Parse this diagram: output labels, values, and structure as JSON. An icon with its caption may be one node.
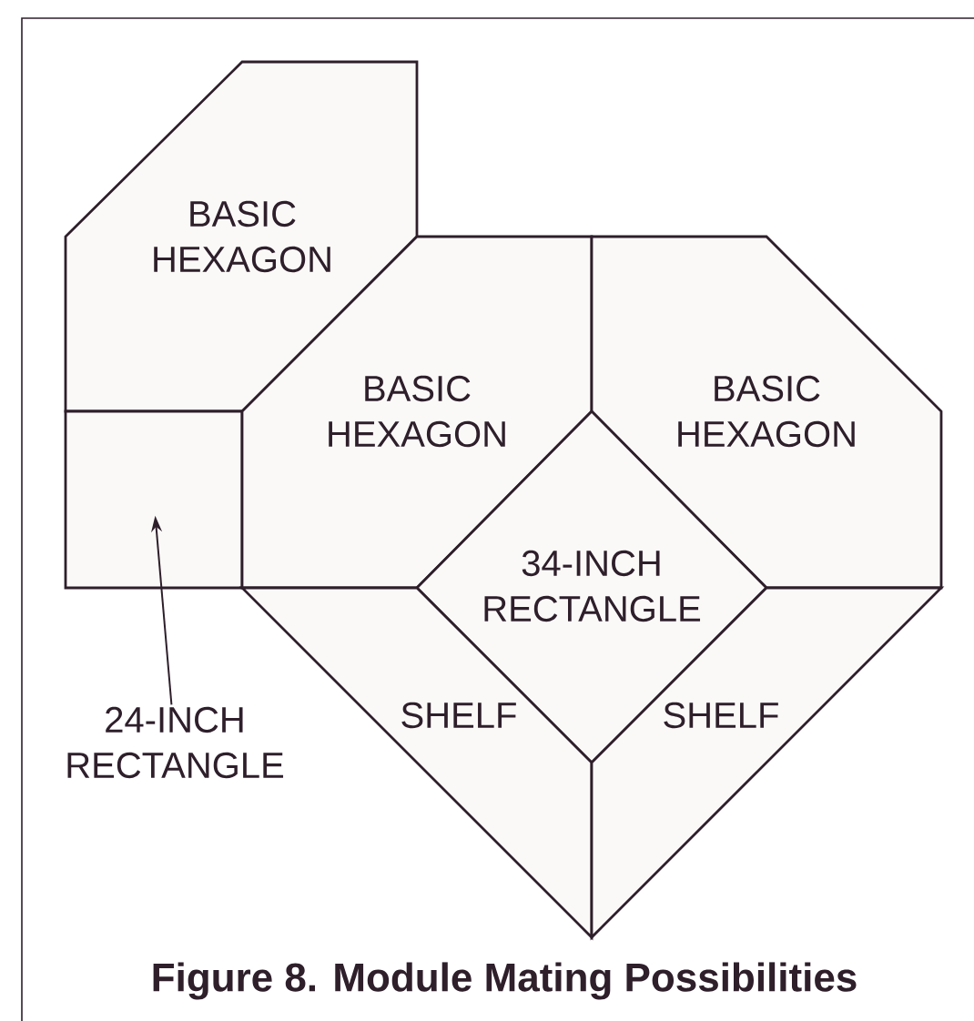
{
  "diagram": {
    "caption": "Figure 8. Module Mating Possibilities",
    "nodes": [
      {
        "text": [
          "BASIC HEXAGON"
        ]
      },
      {
        "text": [],
        "shape": "box"
      },
      {
        "text": [
          "BASIC HEXAGON"
        ]
      },
      {
        "text": [
          "BASIC HEXAGON"
        ]
      },
      {
        "text": [
          "34-INCH RECTANGLE"
        ]
      },
      {
        "text": [
          "SHELF"
        ]
      },
      {
        "text": [
          "SHELF"
        ]
      },
      {
        "text": [
          "24-INCH RECTANGLE"
        ]
      }
    ],
    "edges": [
      {
        "from": 7,
        "to": 1,
        "arrow": "to"
      }
    ]
  }
}
